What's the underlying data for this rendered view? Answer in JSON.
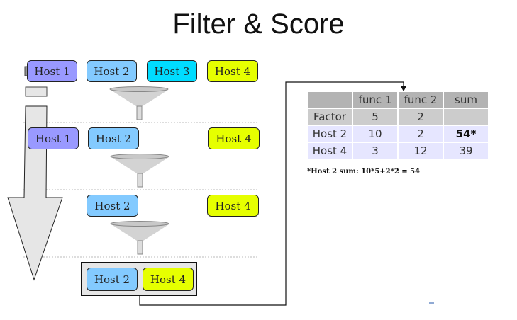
{
  "title": "Filter & Score",
  "stages": [
    {
      "hosts": [
        "Host 1",
        "Host 2",
        "Host 3",
        "Host 4"
      ]
    },
    {
      "hosts": [
        "Host 1",
        "Host 2",
        "Host 4"
      ]
    },
    {
      "hosts": [
        "Host 2",
        "Host 4"
      ]
    },
    {
      "hosts": [
        "Host 2",
        "Host 4"
      ]
    }
  ],
  "host_colors": {
    "Host 1": "#9999ff",
    "Host 2": "#83caff",
    "Host 3": "#00dcff",
    "Host 4": "#e6ff00"
  },
  "score_table": {
    "headers": [
      "",
      "func 1",
      "func 2",
      "sum"
    ],
    "factor": [
      "Factor",
      "5",
      "2",
      ""
    ],
    "rows": [
      [
        "Host 2",
        "10",
        "2",
        "54*"
      ],
      [
        "Host 4",
        "3",
        "12",
        "39"
      ]
    ],
    "footnote": "*Host 2 sum: 10*5+2*2 = 54"
  }
}
